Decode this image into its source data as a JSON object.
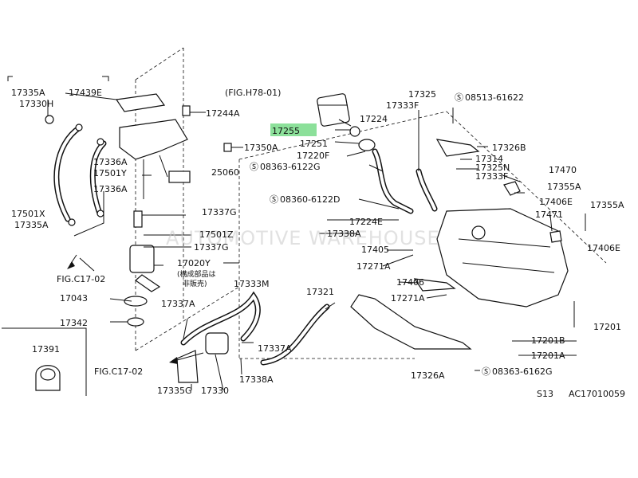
{
  "labels": {
    "p17335A_top": "17335A",
    "p17330H": "17330H",
    "p17439E": "17439E",
    "fig_h78": "(FIG.H78-01)",
    "p17325": "17325",
    "p08513": "08513-61622",
    "p17244A": "17244A",
    "p17333F_top": "17333F",
    "p17224": "17224",
    "p17255": "17255",
    "p17326B": "17326B",
    "p17251": "17251",
    "p17350A": "17350A",
    "p17336A_top": "17336A",
    "p17501Y": "17501Y",
    "p17220F": "17220F",
    "p17314": "17314",
    "p08363_top": "08363-6122G",
    "p17325N": "17325N",
    "p17470": "17470",
    "p25060": "25060",
    "p17333F_mid": "17333F",
    "p17336A_mid": "17336A",
    "p17355A_a": "17355A",
    "p08360": "08360-6122D",
    "p17406E_a": "17406E",
    "p17355A_b": "17355A",
    "p17337G_a": "17337G",
    "p17471": "17471",
    "p17501X": "17501X",
    "p17224E": "17224E",
    "p17335A_bot": "17335A",
    "p17338A_top": "17338A",
    "p17501Z": "17501Z",
    "p17337G_b": "17337G",
    "p17405": "17405",
    "p17406E_b": "17406E",
    "p17020Y": "17020Y",
    "jp_note_1": "(構成部品は",
    "jp_note_2": "非販売)",
    "p17271A_a": "17271A",
    "fig_c17_top": "FIG.C17-02",
    "p17333M": "17333M",
    "p17406": "17406",
    "p17043": "17043",
    "p17321": "17321",
    "p17271A_b": "17271A",
    "p17337A_a": "17337A",
    "p17201": "17201",
    "p17342": "17342",
    "p17391": "17391",
    "p17201B": "17201B",
    "p17337A_b": "17337A",
    "p17201A": "17201A",
    "fig_c17_bot": "FIG.C17-02",
    "p17326A": "17326A",
    "p08363_bot": "08363-6162G",
    "p17338A_bot": "17338A",
    "p17335G": "17335G",
    "p17330": "17330",
    "section": "S13",
    "diagram_code": "AC17010059"
  },
  "watermark": "AUTOMOTIVE WAREHOUSE",
  "highlight_part": "17255",
  "colors": {
    "highlight": "#8ce09a",
    "ink": "#111111",
    "watermark": "#c9c9c9"
  }
}
